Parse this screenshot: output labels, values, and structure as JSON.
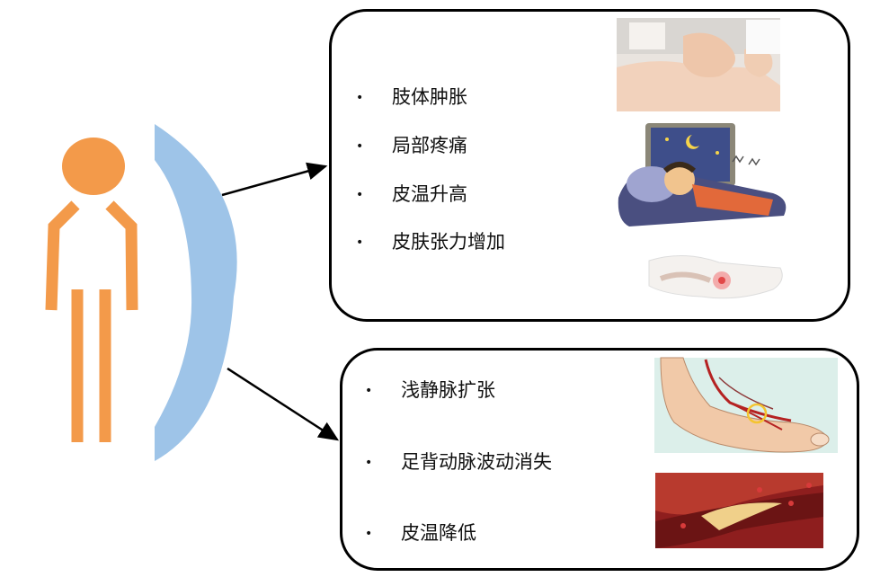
{
  "diagram": {
    "top_box": {
      "items": [
        "肢体肿胀",
        "局部疼痛",
        "皮温升高",
        "皮肤张力增加"
      ]
    },
    "bottom_box": {
      "items": [
        "浅静脉扩张",
        "足背动脉波动消失",
        "皮温降低"
      ]
    },
    "colors": {
      "figure_orange": "#F39A4A",
      "arc_blue": "#9EC4E8",
      "skin": "#F1C9A8",
      "vessel_red": "#B52222"
    }
  }
}
